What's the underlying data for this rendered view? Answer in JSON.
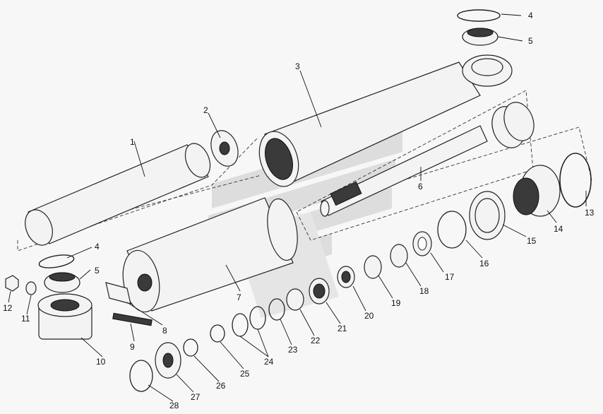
{
  "drawing": {
    "colors": {
      "line": "#222222",
      "background": "#f7f7f7",
      "watermark": "#c8c8c8"
    },
    "watermark": "logo-watermark",
    "callouts": [
      "1",
      "2",
      "3",
      "4",
      "5",
      "6",
      "7",
      "8",
      "9",
      "10",
      "11",
      "12",
      "13",
      "14",
      "15",
      "16",
      "17",
      "18",
      "19",
      "20",
      "21",
      "22",
      "23",
      "24",
      "25",
      "26",
      "27",
      "28",
      "4",
      "5"
    ]
  }
}
